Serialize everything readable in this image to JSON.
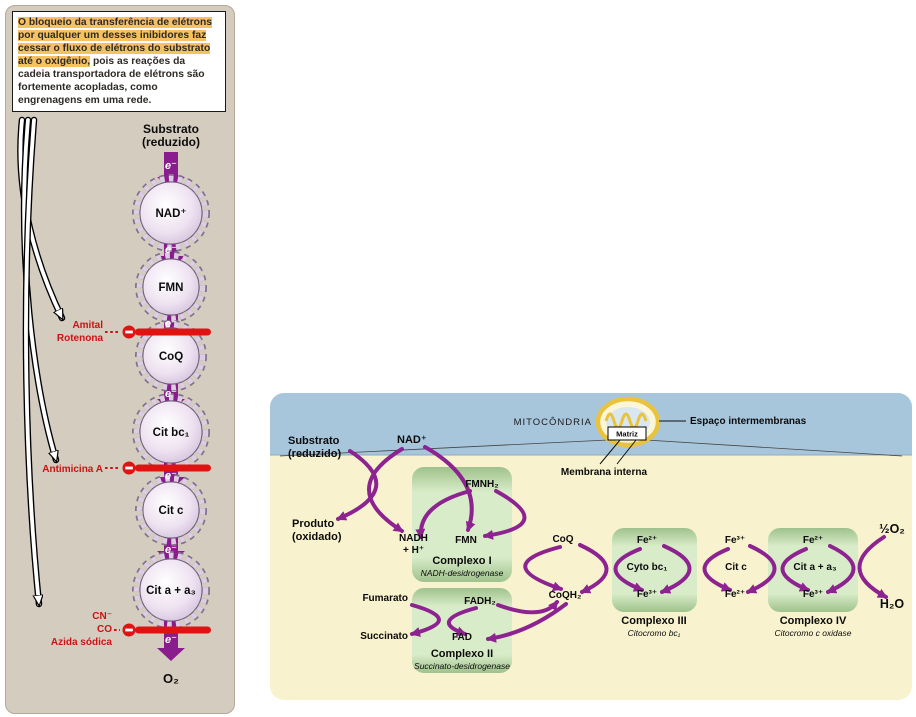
{
  "left_panel": {
    "note_highlight": "O bloqueio da transferência de elétrons por qualquer um desses inibidores faz cessar o fluxo de elétrons do substrato até o oxigênio,",
    "note_rest": " pois as reações da cadeia transportadora de elétrons são fortemente acopladas, como engrenagens em uma rede.",
    "substrato": "Substrato",
    "reduzido": "(reduzido)",
    "electron": "e⁻",
    "gears": [
      "NAD⁺",
      "FMN",
      "CoQ",
      "Cit bc₁",
      "Cit c",
      "Cit a + a₃"
    ],
    "inhibitors": [
      {
        "lines": [
          "Amital",
          "Rotenona"
        ]
      },
      {
        "lines": [
          "Antimicina A"
        ]
      },
      {
        "lines": [
          "CN⁻",
          "CO",
          "Azida sódica"
        ]
      }
    ],
    "o2": "O₂"
  },
  "right_panel": {
    "mitocondria": "MITOCÔNDRIA",
    "matriz": "Matriz",
    "espaco_intermembranas": "Espaço intermembranas",
    "membrana_interna": "Membrana interna",
    "substrato": "Substrato",
    "reduzido": "(reduzido)",
    "nad": "NAD⁺",
    "produto": "Produto",
    "oxidado": "(oxidado)",
    "nadh_line1": "NADH",
    "nadh_line2": "+ H⁺",
    "fmnh2": "FMNH₂",
    "fmn": "FMN",
    "complexo_i": "Complexo I",
    "complexo_i_sub": "NADH-desidrogenase",
    "fumarato": "Fumarato",
    "succinato": "Succinato",
    "fadh2": "FADH₂",
    "fad": "FAD",
    "complexo_ii": "Complexo II",
    "complexo_ii_sub": "Succinato-desidrogenase",
    "coq": "CoQ",
    "coqh2": "CoQH₂",
    "ciii_fe_top": "Fe²⁺",
    "ciii_center": "Cyto bc₁",
    "ciii_fe_bottom": "Fe³⁺",
    "complexo_iii": "Complexo III",
    "complexo_iii_sub": "Citocromo bc₁",
    "citc_fe_top": "Fe³⁺",
    "citc_center": "Cit c",
    "citc_fe_bottom": "Fe²⁺",
    "civ_fe_top": "Fe²⁺",
    "civ_center": "Cit a + a₃",
    "civ_fe_bottom": "Fe³⁺",
    "complexo_iv": "Complexo IV",
    "complexo_iv_sub": "Citocromo c oxidase",
    "half_o2": "½O₂",
    "h2o": "H₂O"
  },
  "colors": {
    "highlight": "#f5c162",
    "panel_tan": "#d5ccc0",
    "membrane_blue": "#a7c6dc",
    "matrix_yellow": "#f8f3ce",
    "complex_green": "#d9ecc9",
    "arrow_purple": "#8d2390",
    "inhibitor_red": "#e01313"
  }
}
